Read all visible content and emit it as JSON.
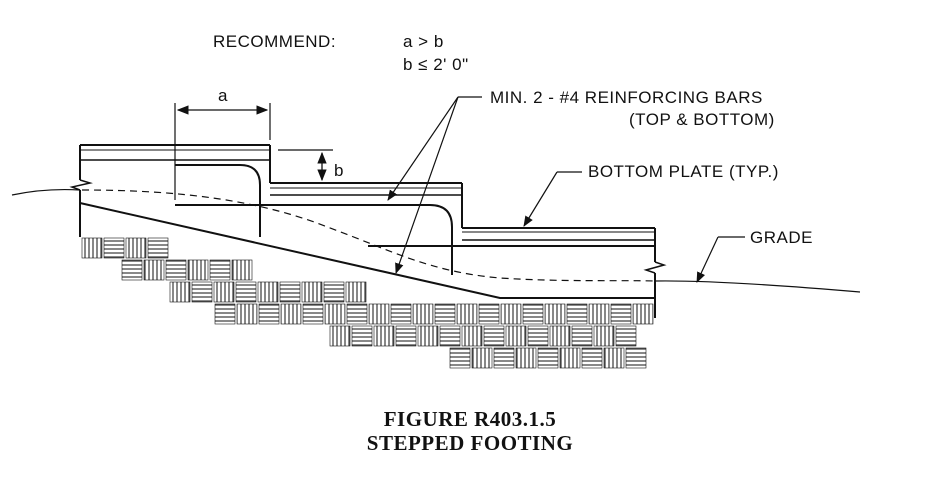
{
  "recommend": {
    "label": "RECOMMEND:",
    "line1": "a > b",
    "line2": "b ≤ 2' 0\""
  },
  "dimensions": {
    "a": "a",
    "b": "b"
  },
  "callouts": {
    "bars_line1": "MIN. 2 - #4 REINFORCING BARS",
    "bars_line2": "(TOP & BOTTOM)",
    "bottom_plate": "BOTTOM PLATE (TYP.)",
    "grade": "GRADE"
  },
  "caption": {
    "line1": "FIGURE R403.1.5",
    "line2": "STEPPED FOOTING"
  },
  "colors": {
    "ink": "#111111",
    "background": "#ffffff"
  }
}
